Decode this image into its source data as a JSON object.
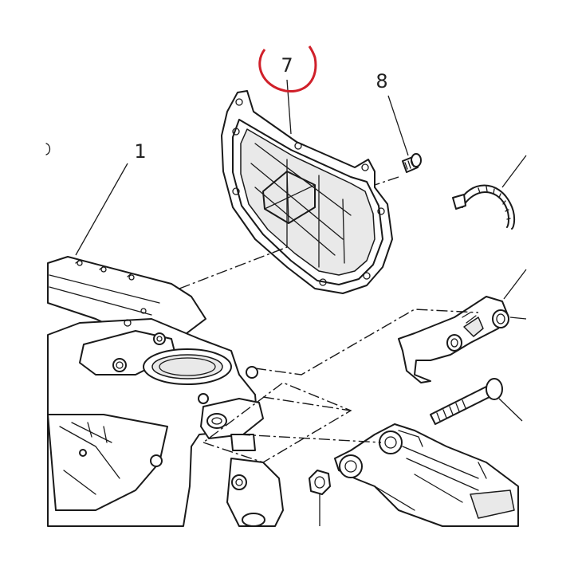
{
  "diagram": {
    "callouts": [
      {
        "id": "1",
        "label": "1"
      },
      {
        "id": "7",
        "label": "7"
      },
      {
        "id": "8",
        "label": "8"
      }
    ],
    "highlighted_callout": "7",
    "colors": {
      "highlight_ring": "#d0202a",
      "line": "#1a1a1a",
      "background": "#ffffff",
      "shade": "#e9e9e9"
    }
  }
}
